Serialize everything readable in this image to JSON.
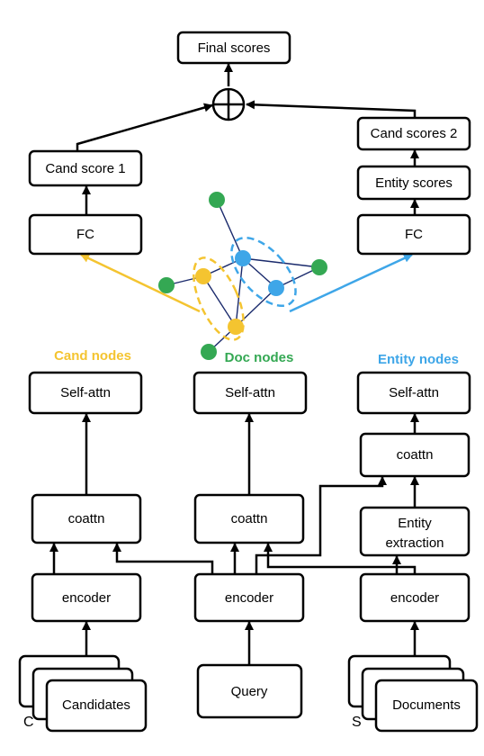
{
  "colors": {
    "cand": "#F4C430",
    "doc": "#34A853",
    "entity": "#3EA6E8",
    "stroke": "#000000"
  },
  "boxes": {
    "final_scores": "Final scores",
    "cand_score_1": "Cand score 1",
    "cand_scores_2": "Cand scores 2",
    "entity_scores": "Entity scores",
    "fc_left": "FC",
    "fc_right": "FC",
    "self_attn_cand": "Self-attn",
    "self_attn_doc": "Self-attn",
    "self_attn_entity": "Self-attn",
    "coattn_cand": "coattn",
    "coattn_doc": "coattn",
    "coattn_entity": "coattn",
    "entity_extraction_line1": "Entity",
    "entity_extraction_line2": "extraction",
    "encoder_cand": "encoder",
    "encoder_query": "encoder",
    "encoder_docs": "encoder",
    "candidates": "Candidates",
    "query": "Query",
    "documents": "Documents"
  },
  "group_labels": {
    "cand_nodes": "Cand nodes",
    "doc_nodes": "Doc nodes",
    "entity_nodes": "Entity nodes"
  },
  "side_labels": {
    "c": "C",
    "s": "S"
  },
  "graph": {
    "doc_node_count": 4,
    "cand_node_count": 2,
    "entity_node_count": 2
  }
}
